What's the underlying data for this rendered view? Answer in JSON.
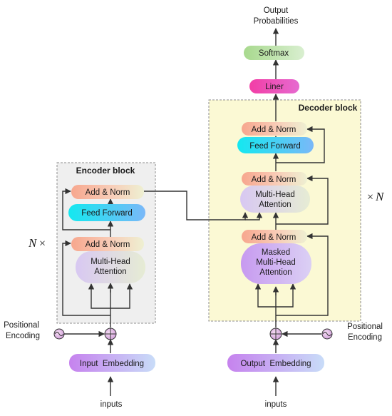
{
  "encoder": {
    "title": "Encoder block",
    "add_norm_top": "Add & Norm",
    "feed_forward": "Feed Forward",
    "add_norm_bottom": "Add & Norm",
    "mha_line1": "Multi-Head",
    "mha_line2": "Attention",
    "repeat_label": "N",
    "repeat_times": "×",
    "input_embedding": "Input  Embedding",
    "inputs": "inputs",
    "pos_line1": "Positional",
    "pos_line2": "Encoding"
  },
  "decoder": {
    "title": "Decoder block",
    "add_norm_top": "Add & Norm",
    "feed_forward": "Feed Forward",
    "add_norm_mid": "Add & Norm",
    "mha_line1": "Multi-Head",
    "mha_line2": "Attention",
    "add_norm_bottom": "Add & Norm",
    "masked_line1": "Masked",
    "masked_line2": "Multi-Head",
    "masked_line3": "Attention",
    "repeat_times": "×",
    "repeat_label": "N",
    "output_embedding": "Output  Embedding",
    "inputs": "inputs",
    "pos_line1": "Positional",
    "pos_line2": "Encoding"
  },
  "head": {
    "liner": "Liner",
    "softmax": "Softmax",
    "output_line1": "Output",
    "output_line2": "Probabilities"
  },
  "colors": {
    "add_norm": "#f6b9a3",
    "feed_forward": "#2ee6f2",
    "attention": "#d9d2ec",
    "embedding": "#d29bf0",
    "liner": "#ee3aa8",
    "softmax": "#b9dfa6",
    "encoder_bg": "#efefef",
    "decoder_bg": "#fbf9d4"
  }
}
